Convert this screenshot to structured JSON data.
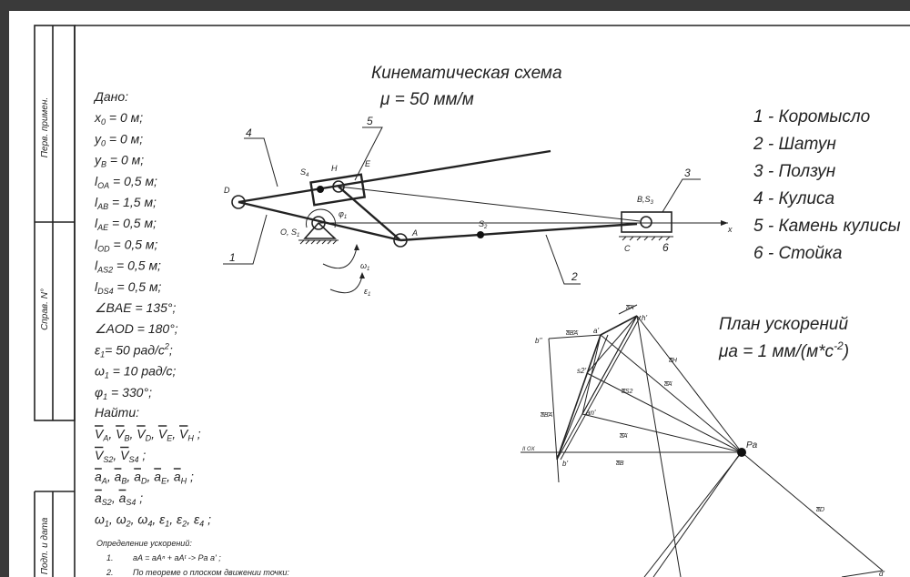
{
  "stamp": {
    "first_use": "Перв. примен.",
    "ref_no": "Справ. N°",
    "sign_date": "Подп. и дата"
  },
  "scheme": {
    "title": "Кинематическая схема",
    "scale": "μ = 50 мм/м",
    "labels": {
      "D": "D",
      "O": "O, S",
      "O_sub": "1",
      "A": "A",
      "S2": "S",
      "S2_sub": "2",
      "B": "B,S",
      "B_sub": "3",
      "C": "C",
      "H": "H",
      "E": "E",
      "S4": "S",
      "S4_sub": "4",
      "phi": "φ",
      "phi_sub": "1",
      "omega": "ω",
      "omega_sub": "1",
      "eps": "ε",
      "eps_sub": "1",
      "x": "x",
      "n1": "1",
      "n2": "2",
      "n3": "3",
      "n4": "4",
      "n5": "5",
      "n6": "6"
    }
  },
  "legend": [
    "1 - Коромысло",
    "2 - Шатун",
    "3 - Ползун",
    "4 - Кулиса",
    "5 - Камень кулисы",
    "6 - Стойка"
  ],
  "accel_plan": {
    "title": "План ускорений",
    "scale": "μa = 1 мм/(м*с",
    "scale_sup": "-2",
    "scale_end": ")",
    "points": {
      "Pa": "Pa",
      "h": "h'",
      "a": "a'",
      "b2": "b''",
      "b1": "b'",
      "s2": "s2'",
      "an": "an'",
      "d": "d'",
      "ox": "II OX"
    },
    "vectors": {
      "aA_top": "aA",
      "aBA_top": "aBA",
      "aBA_left": "aBA",
      "aH": "aH",
      "aA_mid": "aA",
      "aS2": "aS2",
      "aA_low": "aA",
      "aB": "aB",
      "aD": "aD"
    }
  },
  "given": {
    "heading": "Дано:",
    "lines": [
      [
        [
          "x"
        ],
        [
          "0",
          "sub"
        ],
        [
          " = 0 м;"
        ]
      ],
      [
        [
          "y"
        ],
        [
          "0",
          "sub"
        ],
        [
          " = 0 м;"
        ]
      ],
      [
        [
          "y"
        ],
        [
          "B",
          "sub"
        ],
        [
          " = 0 м;"
        ]
      ],
      [
        [
          "l"
        ],
        [
          "OA",
          "sub"
        ],
        [
          " = 0,5 м;"
        ]
      ],
      [
        [
          "l"
        ],
        [
          "AB",
          "sub"
        ],
        [
          " = 1,5 м;"
        ]
      ],
      [
        [
          "l"
        ],
        [
          "AE",
          "sub"
        ],
        [
          " = 0,5 м;"
        ]
      ],
      [
        [
          "l"
        ],
        [
          "OD",
          "sub"
        ],
        [
          " = 0,5 м;"
        ]
      ],
      [
        [
          "l"
        ],
        [
          "AS2",
          "sub"
        ],
        [
          " = 0,5 м;"
        ]
      ],
      [
        [
          "l"
        ],
        [
          "DS4",
          "sub"
        ],
        [
          " = 0,5 м;"
        ]
      ],
      [
        [
          "∠BAE = 135°;"
        ]
      ],
      [
        [
          "∠AOD = 180°;"
        ]
      ],
      [
        [
          "ε"
        ],
        [
          "1",
          "sub"
        ],
        [
          "= 50 рад/с"
        ],
        [
          "2",
          "sup"
        ],
        [
          ";"
        ]
      ],
      [
        [
          "ω"
        ],
        [
          "1",
          "sub"
        ],
        [
          " = 10 рад/с;"
        ]
      ],
      [
        [
          "φ"
        ],
        [
          "1",
          "sub"
        ],
        [
          " = 330°;"
        ]
      ]
    ]
  },
  "find": {
    "heading": "Найти:",
    "lines": [
      [
        [
          "V",
          "bar"
        ],
        [
          "A",
          "sub"
        ],
        [
          ", "
        ],
        [
          "V",
          "bar"
        ],
        [
          "B",
          "sub"
        ],
        [
          ", "
        ],
        [
          "V",
          "bar"
        ],
        [
          "D",
          "sub"
        ],
        [
          ", "
        ],
        [
          "V",
          "bar"
        ],
        [
          "E",
          "sub"
        ],
        [
          ", "
        ],
        [
          "V",
          "bar"
        ],
        [
          "H",
          "sub"
        ],
        [
          " ;"
        ]
      ],
      [
        [
          "V",
          "bar"
        ],
        [
          "S2",
          "sub"
        ],
        [
          ", "
        ],
        [
          "V",
          "bar"
        ],
        [
          "S4",
          "sub"
        ],
        [
          " ;"
        ]
      ],
      [
        [
          "a",
          "bar"
        ],
        [
          "A",
          "sub"
        ],
        [
          ", "
        ],
        [
          "a",
          "bar"
        ],
        [
          "B",
          "sub"
        ],
        [
          ", "
        ],
        [
          "a",
          "bar"
        ],
        [
          "D",
          "sub"
        ],
        [
          ", "
        ],
        [
          "a",
          "bar"
        ],
        [
          "E",
          "sub"
        ],
        [
          ", "
        ],
        [
          "a",
          "bar"
        ],
        [
          "H",
          "sub"
        ],
        [
          " ;"
        ]
      ],
      [
        [
          "a",
          "bar"
        ],
        [
          "S2",
          "sub"
        ],
        [
          ", "
        ],
        [
          "a",
          "bar"
        ],
        [
          "S4",
          "sub"
        ],
        [
          " ;"
        ]
      ],
      [
        [
          "ω"
        ],
        [
          "1",
          "sub"
        ],
        [
          ", ω"
        ],
        [
          "2",
          "sub"
        ],
        [
          ", ω"
        ],
        [
          "4",
          "sub"
        ],
        [
          ", ε"
        ],
        [
          "1",
          "sub"
        ],
        [
          ", ε"
        ],
        [
          "2",
          "sub"
        ],
        [
          ", ε"
        ],
        [
          "4",
          "sub"
        ],
        [
          " ;"
        ]
      ]
    ]
  },
  "notes": {
    "heading": "Определение ускорений:",
    "items": [
      {
        "num": "1.",
        "text": "aA = aAⁿ + aAᵗ -> Pa a' ;"
      },
      {
        "num": "2.",
        "text": "По теореме о плоском движении точки:"
      }
    ]
  }
}
